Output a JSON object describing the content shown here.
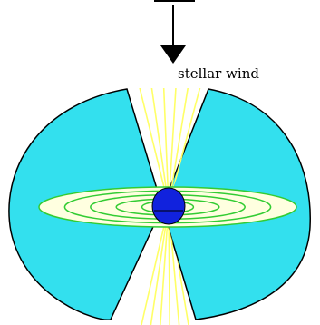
{
  "wind_label": "stellar wind",
  "colors": {
    "lobe_fill": "#33e0ee",
    "outline": "#000000",
    "field_lines": "#ffff66",
    "disk_fill": "#ffffe0",
    "disk_rings": "#33cc33",
    "star_fill": "#1122dd",
    "background": "#ffffff"
  },
  "field_line_count": 6,
  "disk_ring_count": 4
}
